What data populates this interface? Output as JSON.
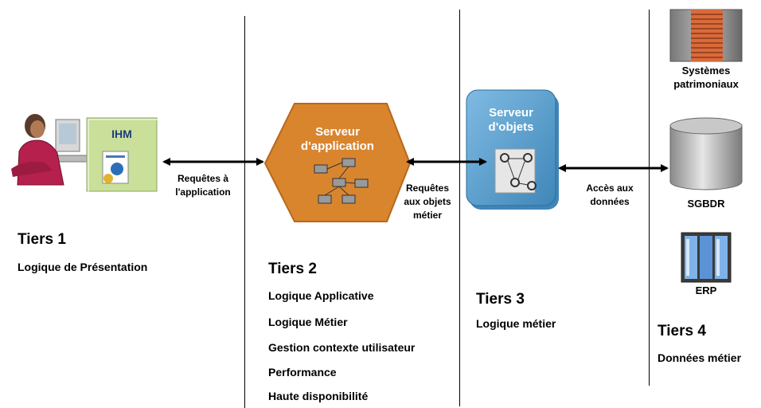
{
  "tiers": [
    {
      "title": "Tiers 1",
      "items": [
        "Logique de Présentation"
      ]
    },
    {
      "title": "Tiers 2",
      "items": [
        "Logique Applicative",
        "Logique Métier",
        "Gestion contexte utilisateur",
        "Performance",
        "Haute disponibilité"
      ]
    },
    {
      "title": "Tiers 3",
      "items": [
        "Logique métier"
      ]
    },
    {
      "title": "Tiers 4",
      "items": [
        "Données métier"
      ]
    }
  ],
  "nodes": {
    "ihm": "IHM",
    "app_server": [
      "Serveur",
      "d'application"
    ],
    "object_server": [
      "Serveur",
      "d'objets"
    ],
    "legacy": [
      "Systèmes",
      "patrimoniaux"
    ],
    "sgbdr": "SGBDR",
    "erp": "ERP"
  },
  "arrows": {
    "req_app": [
      "Requêtes à",
      "l'application"
    ],
    "req_objects": [
      "Requêtes",
      "aux objets",
      "métier"
    ],
    "data_access": [
      "Accès aux",
      "données"
    ]
  },
  "colors": {
    "hexagon": "#d9852e",
    "object_server": "#5aa0cf",
    "ihm_panel": "#c9df9a"
  }
}
